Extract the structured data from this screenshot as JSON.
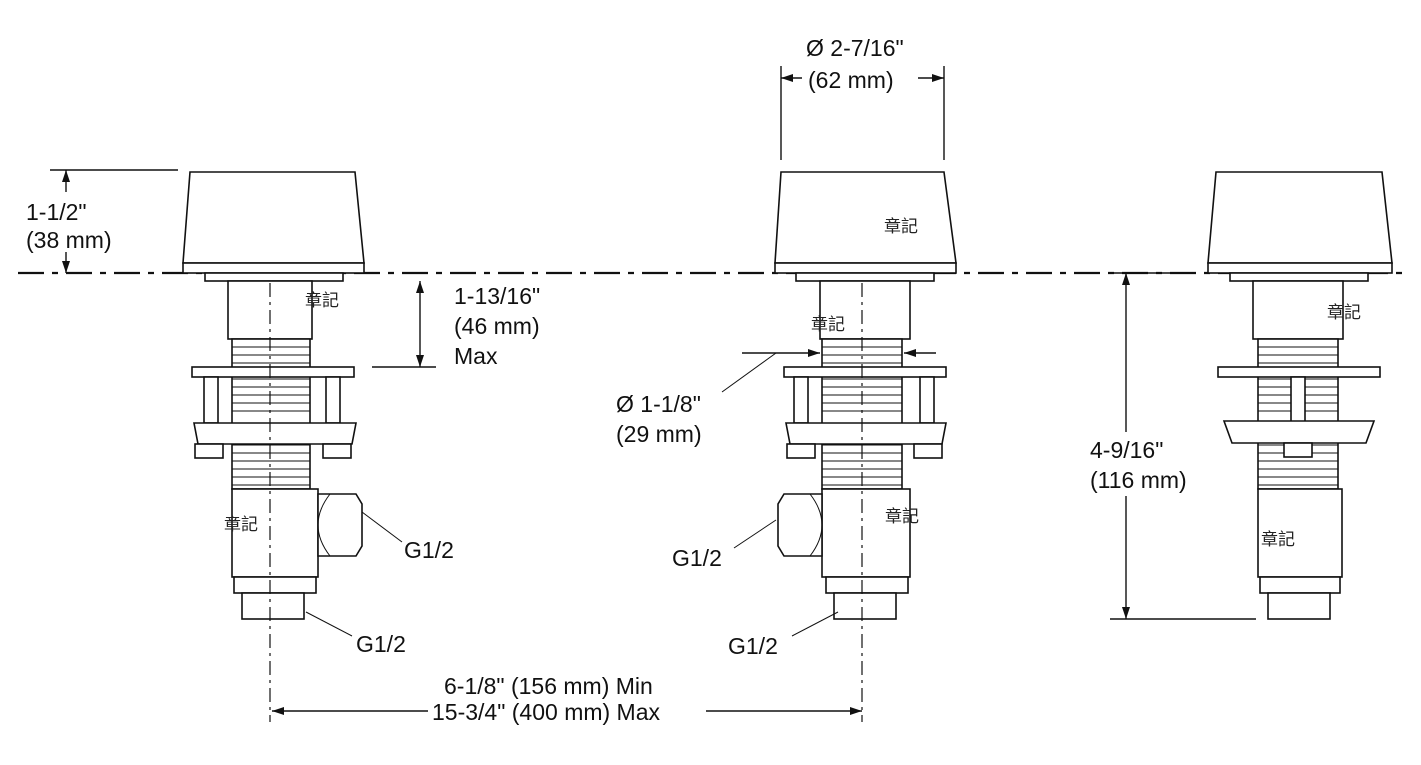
{
  "labels": {
    "top_diameter": "Ø 2-7/16\"",
    "top_diameter_mm": "(62 mm)",
    "knob_height": "1-1/2\"",
    "knob_height_mm": "(38 mm)",
    "shank_height": "1-13/16\"",
    "shank_height_mm": "(46 mm)",
    "shank_height_max": "Max",
    "shank_diameter": "Ø 1-1/8\"",
    "shank_diameter_mm": "(29 mm)",
    "total_height": "4-9/16\"",
    "total_height_mm": "(116 mm)",
    "connector_left_side": "G1/2",
    "connector_left_bottom": "G1/2",
    "connector_mid_side": "G1/2",
    "connector_mid_bottom": "G1/2",
    "spread_min": "6-1/8\" (156 mm) Min",
    "spread_max": "15-3/4\" (400 mm) Max"
  },
  "stamps": {
    "s1": "章記",
    "s2": "章記",
    "s3": "章記",
    "s4": "章記",
    "s5": "章記",
    "s6": "章記",
    "s7": "章記"
  },
  "colors": {
    "line": "#111111",
    "background": "#ffffff"
  }
}
